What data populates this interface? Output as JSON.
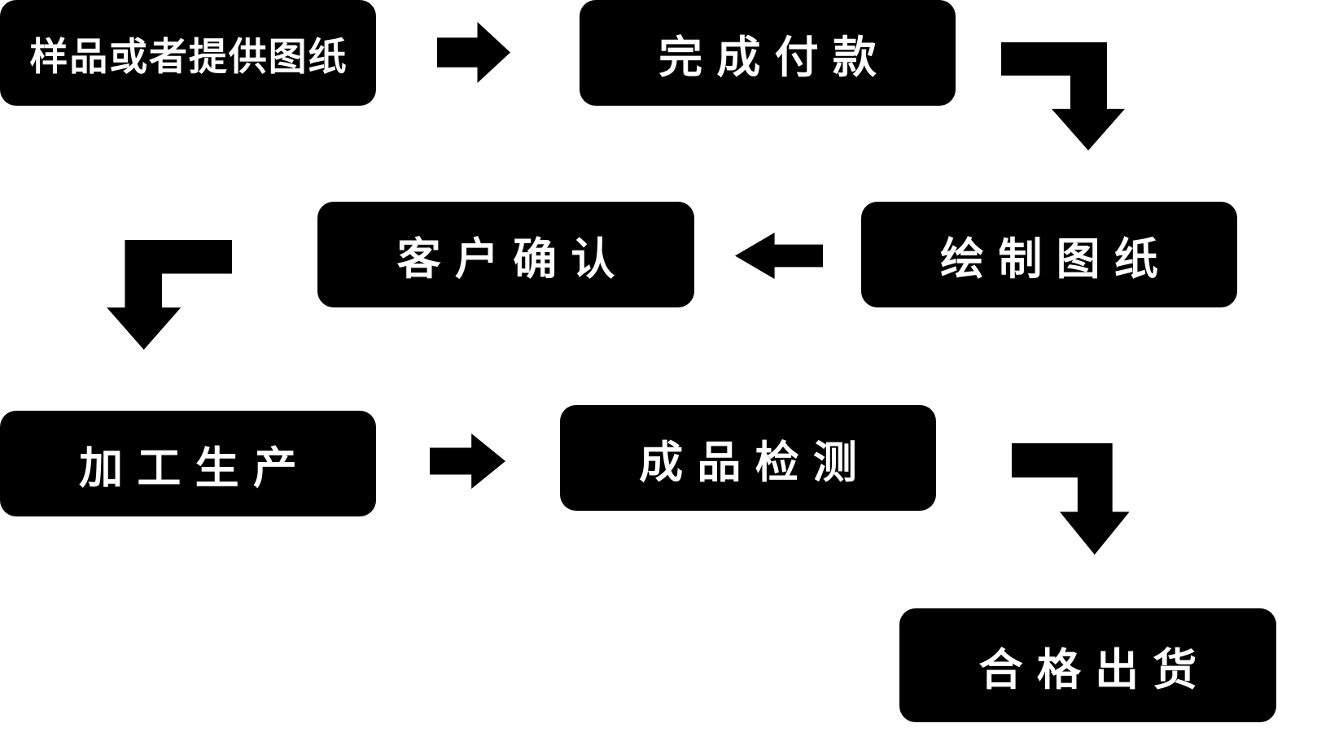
{
  "diagram": {
    "type": "flowchart",
    "title": "",
    "background_color": "#ffffff",
    "node_fill_color": "#000000",
    "node_text_color": "#ffffff",
    "arrow_color": "#000000",
    "nodes": [
      {
        "id": "n1",
        "label": "样品或者提供图纸",
        "row": 1,
        "col": 1
      },
      {
        "id": "n2",
        "label": "完成付款",
        "row": 1,
        "col": 2
      },
      {
        "id": "n3",
        "label": "绘制图纸",
        "row": 2,
        "col": 3
      },
      {
        "id": "n4",
        "label": "客户确认",
        "row": 2,
        "col": 2
      },
      {
        "id": "n5",
        "label": "加工生产",
        "row": 3,
        "col": 1
      },
      {
        "id": "n6",
        "label": "成品检测",
        "row": 3,
        "col": 2
      },
      {
        "id": "n7",
        "label": "合格出货",
        "row": 4,
        "col": 3
      }
    ],
    "edges": [
      {
        "from": "n1",
        "to": "n2",
        "shape": "straight-right"
      },
      {
        "from": "n2",
        "to": "n3",
        "shape": "elbow-right-then-down"
      },
      {
        "from": "n3",
        "to": "n4",
        "shape": "straight-left"
      },
      {
        "from": "n4",
        "to": "n5",
        "shape": "elbow-left-then-down"
      },
      {
        "from": "n5",
        "to": "n6",
        "shape": "straight-right"
      },
      {
        "from": "n6",
        "to": "n7",
        "shape": "elbow-right-then-down"
      }
    ],
    "flow_order": [
      "样品或者提供图纸",
      "完成付款",
      "绘制图纸",
      "客户确认",
      "加工生产",
      "成品检测",
      "合格出货"
    ]
  }
}
